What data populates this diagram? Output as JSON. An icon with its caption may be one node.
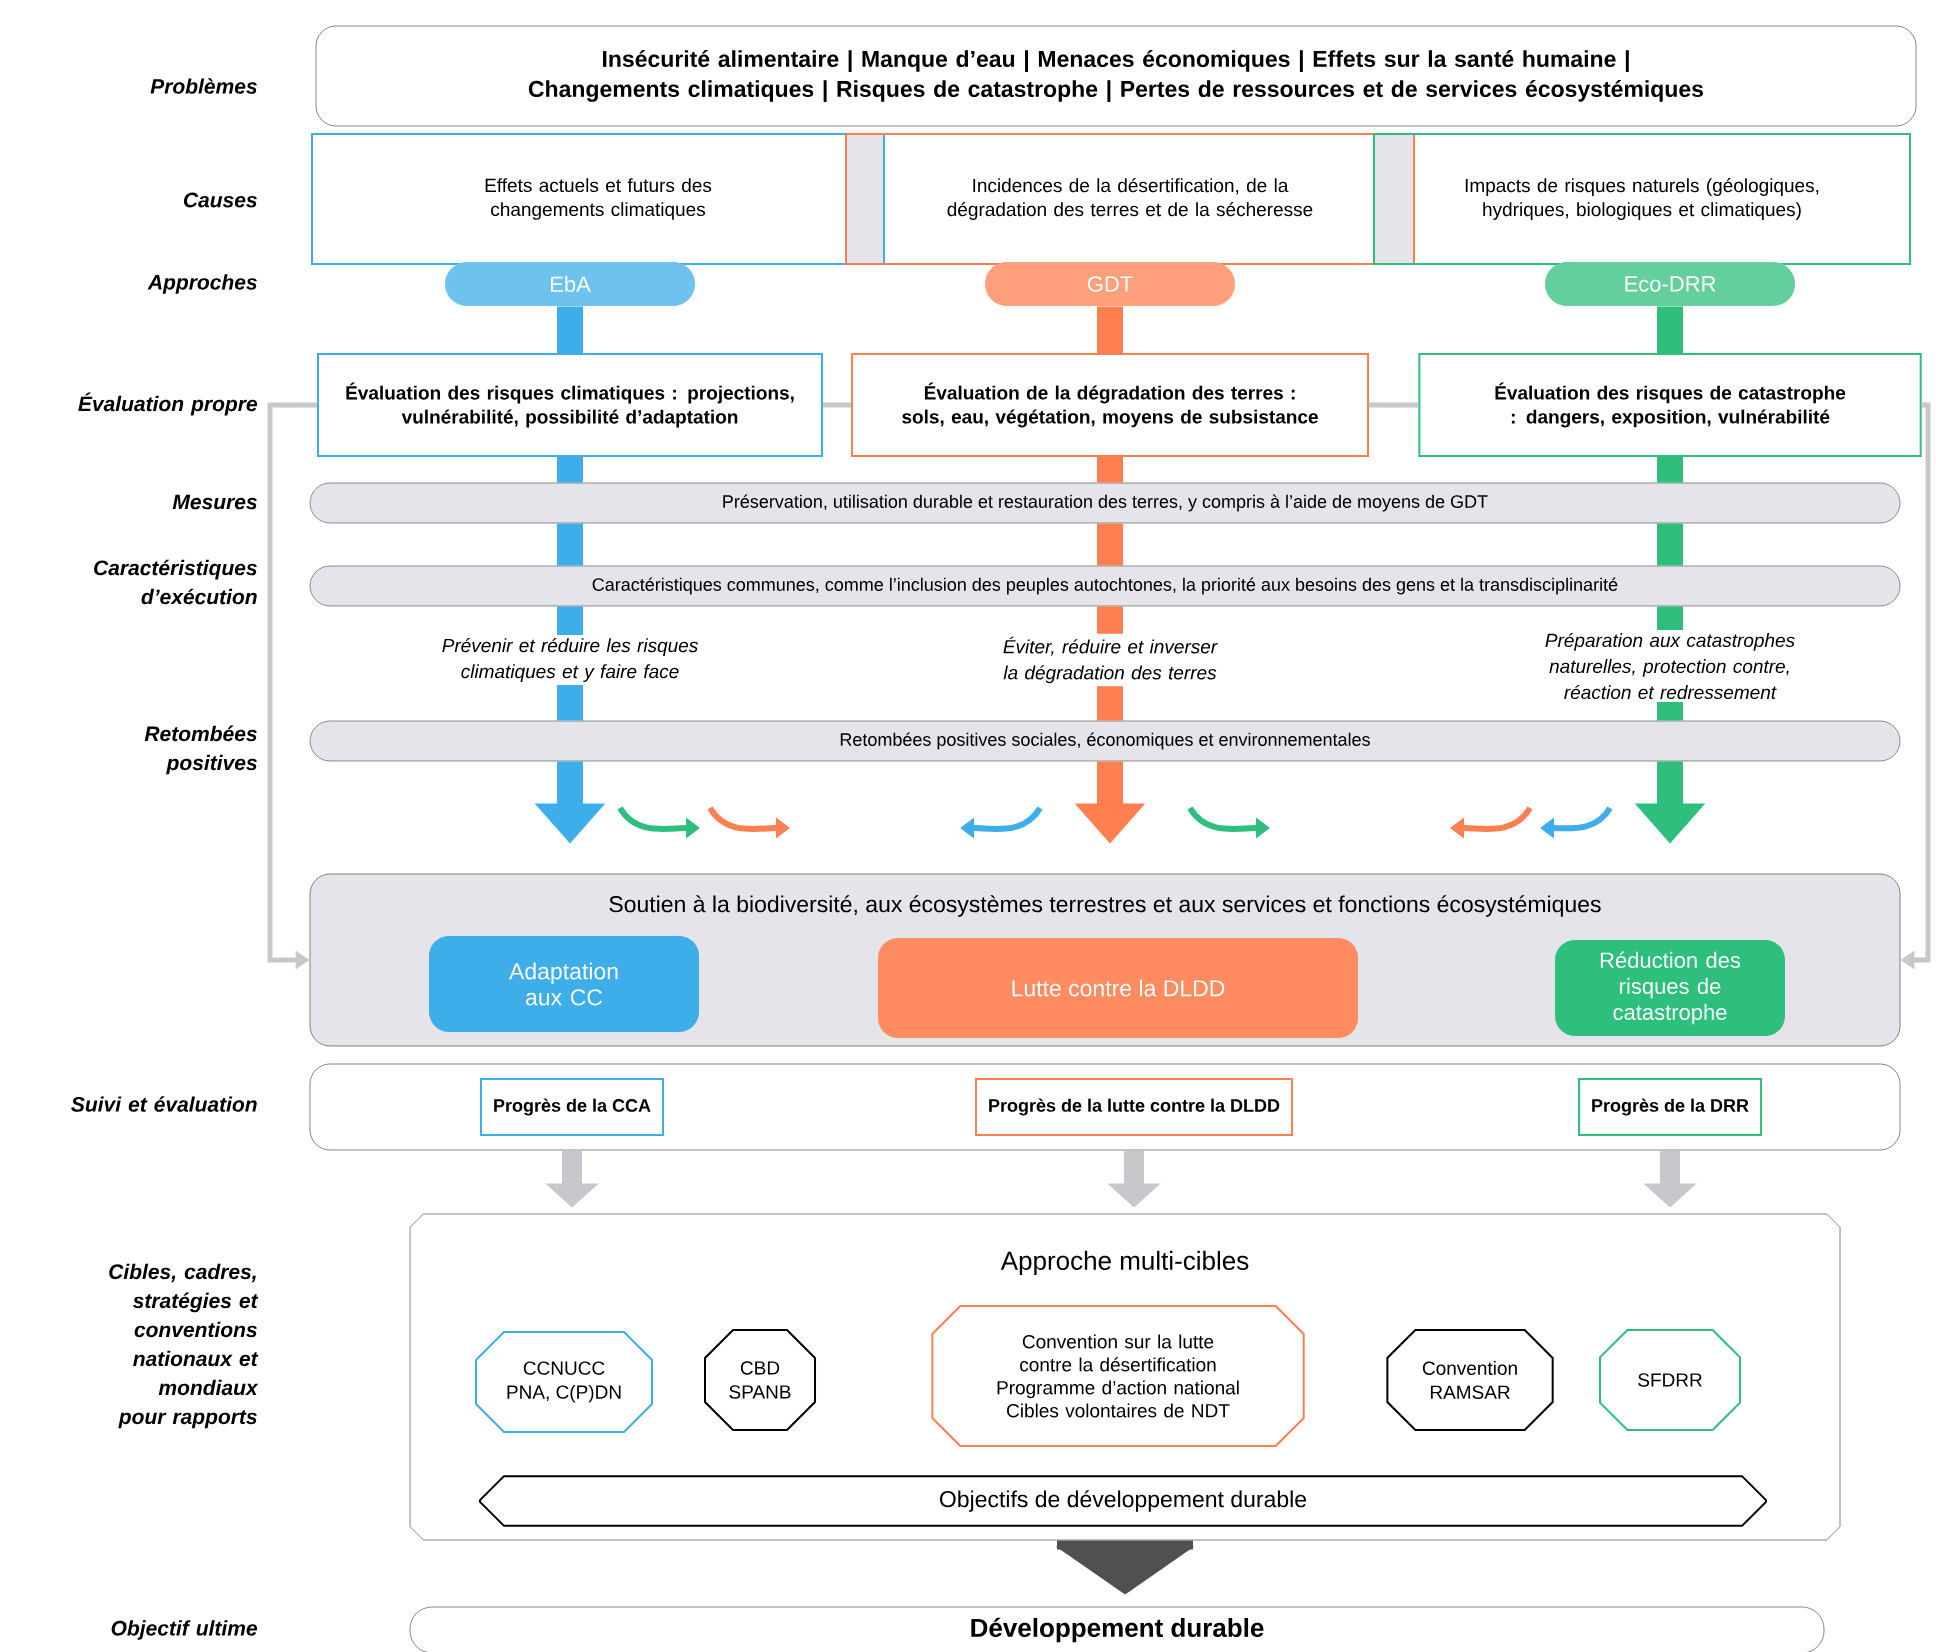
{
  "diagram": {
    "nodes": [
      {
        "text": [
          "Insécurité alimentaire | Manque d’eau | Menaces économiques | Effets sur la santé humaine | Changements climatiques | Risques de catastrophe | Pertes de ressources et de services écosystémiques"
        ]
      },
      {
        "text": [
          "Effets actuels et futurs des changements climatiques"
        ]
      },
      {
        "text": [
          "Incidences de la désertification, de la dégradation des terres et de la sécheresse"
        ]
      },
      {
        "text": [
          "Impacts de risques naturels (géologiques, hydriques, biologiques et climatiques)"
        ]
      },
      {
        "text": [
          "EbA"
        ]
      },
      {
        "text": [
          "GDT"
        ]
      },
      {
        "text": [
          "Eco-DRR"
        ]
      },
      {
        "text": [
          "Évaluation des risques climatiques : projections, vulnérabilité, possibilité d’adaptation"
        ]
      },
      {
        "text": [
          "Évaluation de la dégradation des terres : sols, eau, végétation, moyens de subsistance"
        ]
      },
      {
        "text": [
          "Évaluation des risques de catastrophe : dangers, exposition, vulnérabilité"
        ]
      },
      {
        "text": [
          "Préservation, utilisation durable et restauration des terres, y compris à l’aide de moyens de GDT"
        ]
      },
      {
        "text": [
          "Caractéristiques communes, comme l’inclusion des peuples autochtones, la priorité aux besoins des gens et la transdisciplinarité"
        ]
      },
      {
        "text": [
          "Retombées positives sociales, économiques et environnementales"
        ]
      },
      {
        "text": [
          "Soutien à la biodiversité, aux écosystèmes terrestres et aux services et fonctions écosystémiques"
        ]
      },
      {
        "text": [
          "Adaptation aux CC"
        ],
        "in": 13
      },
      {
        "text": [
          "Lutte contre la DLDD"
        ],
        "in": 13
      },
      {
        "text": [
          "Réduction des risques de catastrophe"
        ],
        "in": 13
      },
      {
        "text": [],
        "shape": "box"
      },
      {
        "text": [
          "Progrès de la CCA"
        ],
        "in": 17
      },
      {
        "text": [
          "Progrès de la lutte contre la DLDD"
        ],
        "in": 17
      },
      {
        "text": [
          "Progrès de la DRR"
        ],
        "in": 17
      },
      {
        "text": [
          "Approche multi-cibles"
        ]
      },
      {
        "text": [
          "CCNUCC",
          "PNA, C(P)DN"
        ],
        "in": 21
      },
      {
        "text": [
          "CBD",
          "SPANB"
        ],
        "in": 21
      },
      {
        "text": [
          "Convention sur la lutte contre la désertification",
          "Programme d’action national",
          "Cibles volontaires de NDT"
        ],
        "in": 21
      },
      {
        "text": [
          "Convention RAMSAR"
        ],
        "in": 21
      },
      {
        "text": [
          "SFDRR"
        ],
        "in": 21
      },
      {
        "text": [
          "Objectifs de développement durable"
        ],
        "in": 21
      },
      {
        "text": [
          "Développement durable"
        ]
      }
    ],
    "edges": [
      {
        "from": 4,
        "to": 7,
        "arrow": "none",
        "color": "#3daee9"
      },
      {
        "from": 7,
        "to": 10,
        "arrow": "none",
        "color": "#3daee9"
      },
      {
        "from": 10,
        "to": 11,
        "arrow": "none",
        "color": "#3daee9"
      },
      {
        "from": 11,
        "to": 12,
        "arrow": "none",
        "color": "#3daee9",
        "label": "Prévenir et réduire les risques climatiques et y faire face"
      },
      {
        "from": 12,
        "to": 13,
        "arrow": "to",
        "color": "#3daee9"
      },
      {
        "from": 5,
        "to": 8,
        "arrow": "none",
        "color": "#ff7f50"
      },
      {
        "from": 8,
        "to": 10,
        "arrow": "none",
        "color": "#ff7f50"
      },
      {
        "from": 10,
        "to": 11,
        "arrow": "none",
        "color": "#ff7f50"
      },
      {
        "from": 11,
        "to": 12,
        "arrow": "none",
        "color": "#ff7f50",
        "label": "Éviter, réduire et inverser la dégradation des terres"
      },
      {
        "from": 12,
        "to": 13,
        "arrow": "to",
        "color": "#ff7f50"
      },
      {
        "from": 6,
        "to": 9,
        "arrow": "none",
        "color": "#2ebf7c"
      },
      {
        "from": 9,
        "to": 10,
        "arrow": "none",
        "color": "#2ebf7c"
      },
      {
        "from": 10,
        "to": 11,
        "arrow": "none",
        "color": "#2ebf7c"
      },
      {
        "from": 11,
        "to": 12,
        "arrow": "none",
        "color": "#2ebf7c",
        "label": "Préparation aux catastrophes naturelles, protection contre, réaction et redressement"
      },
      {
        "from": 12,
        "to": 13,
        "arrow": "to",
        "color": "#2ebf7c"
      },
      {
        "from": 7,
        "to": 8,
        "arrow": "none",
        "color": "#c8c8cc"
      },
      {
        "from": 8,
        "to": 9,
        "arrow": "none",
        "color": "#c8c8cc"
      },
      {
        "from": 7,
        "to": 13,
        "arrow": "to",
        "color": "#c8c8cc"
      },
      {
        "from": 9,
        "to": 13,
        "arrow": "to",
        "color": "#c8c8cc"
      },
      {
        "from": 18,
        "to": 21,
        "arrow": "to",
        "color": "#c8c8cc"
      },
      {
        "from": 19,
        "to": 21,
        "arrow": "to",
        "color": "#c8c8cc"
      },
      {
        "from": 20,
        "to": 21,
        "arrow": "to",
        "color": "#c8c8cc"
      },
      {
        "from": 21,
        "to": 28,
        "arrow": "to",
        "style": "thick",
        "color": "#505050"
      }
    ],
    "labels": [
      "Problèmes",
      "Causes",
      "Approches",
      "Évaluation propre",
      "Mesures",
      "Caractéristiques d’exécution",
      "Retombées positives",
      "Suivi et évaluation",
      "Cibles, cadres, stratégies et conventions nationaux et mondiaux pour rapports",
      "Objectif ultime"
    ]
  }
}
